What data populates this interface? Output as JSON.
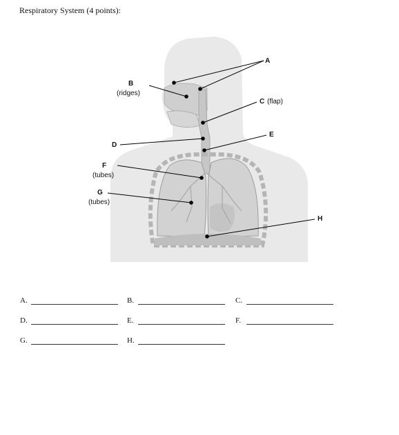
{
  "title": "Respiratory System (4 points):",
  "labels": {
    "A": {
      "letter": "A"
    },
    "B": {
      "letter": "B",
      "note": "(ridges)"
    },
    "C": {
      "letter": "C",
      "note": "(flap)"
    },
    "D": {
      "letter": "D"
    },
    "E": {
      "letter": "E"
    },
    "F": {
      "letter": "F",
      "note": "(tubes)"
    },
    "G": {
      "letter": "G",
      "note": "(tubes)"
    },
    "H": {
      "letter": "H"
    }
  },
  "answers": [
    {
      "letter": "A.",
      "value": ""
    },
    {
      "letter": "B.",
      "value": ""
    },
    {
      "letter": "C.",
      "value": ""
    },
    {
      "letter": "D.",
      "value": ""
    },
    {
      "letter": "E.",
      "value": ""
    },
    {
      "letter": "F.",
      "value": ""
    },
    {
      "letter": "G.",
      "value": ""
    },
    {
      "letter": "H.",
      "value": ""
    }
  ],
  "colors": {
    "silhouette": "#e9e9e9",
    "lung": "#cfcfcf",
    "lung_inner": "#dcdcdc",
    "airway": "#bdbdbd",
    "leader": "#000000"
  }
}
